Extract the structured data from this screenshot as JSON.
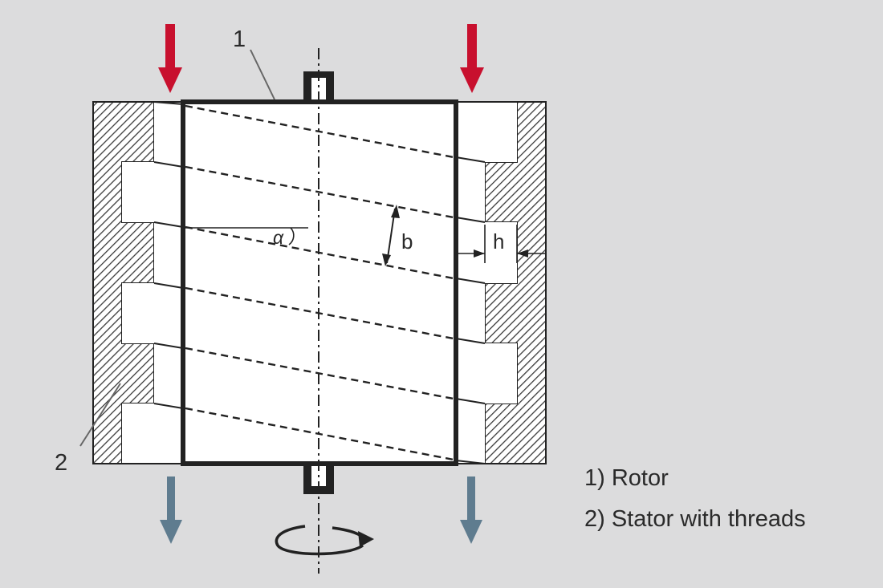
{
  "diagram": {
    "part_labels": {
      "rotor": "1",
      "stator": "2"
    },
    "dimensions": {
      "angle": "α",
      "width": "b",
      "height": "h"
    },
    "legend": [
      "1) Rotor",
      "2) Stator with threads"
    ]
  },
  "colors": {
    "inflow_arrow": "#c8102e",
    "outflow_arrow": "#5f7c8f",
    "hatch": "#3a3a3a",
    "rotor_outline": "#222222",
    "background": "#dcdcdd"
  },
  "icons": [
    "inflow-arrow-icon",
    "outflow-arrow-icon",
    "rotation-arrow-icon"
  ]
}
